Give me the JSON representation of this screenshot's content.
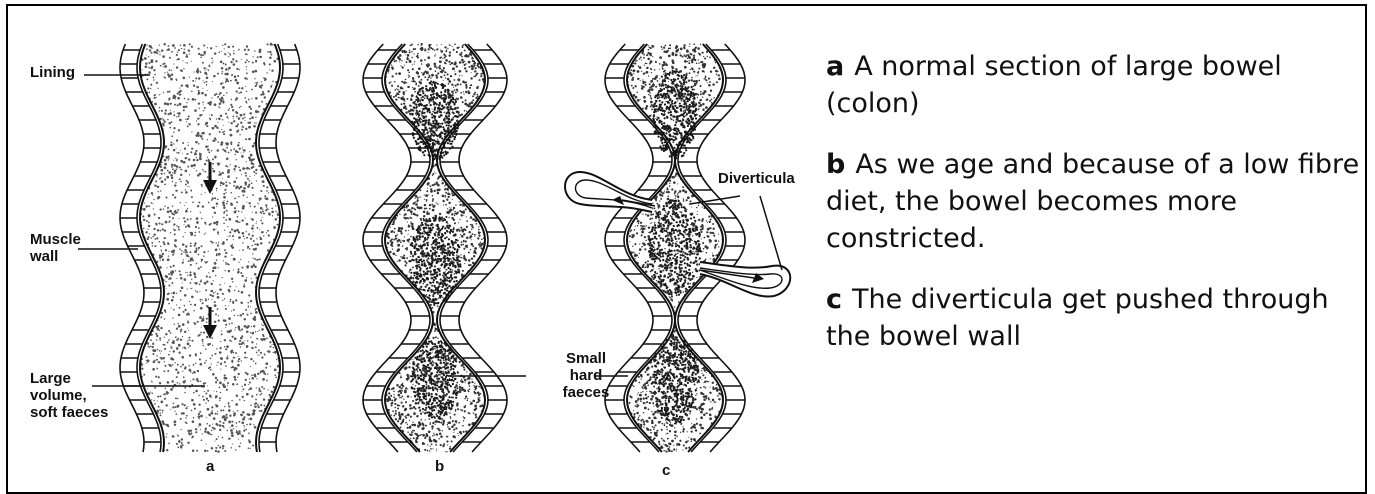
{
  "labels": {
    "lining": "Lining",
    "muscle_wall": [
      "Muscle",
      "wall"
    ],
    "large_volume": [
      "Large",
      "volume,",
      "soft faeces"
    ],
    "small_hard": [
      "Small",
      "hard",
      "faeces"
    ],
    "diverticula": "Diverticula"
  },
  "panel_letters": [
    "a",
    "b",
    "c"
  ],
  "captions": [
    {
      "letter": "a",
      "text": "A normal section of large bowel (colon)"
    },
    {
      "letter": "b",
      "text": "As we age and because of a low fibre diet, the bowel becomes more constricted."
    },
    {
      "letter": "c",
      "text": "The diverticula get pushed through the bowel wall"
    }
  ],
  "colors": {
    "ink": "#111111",
    "faeces_light": "#9a9a9a",
    "faeces_dark": "#1a1a1a"
  }
}
